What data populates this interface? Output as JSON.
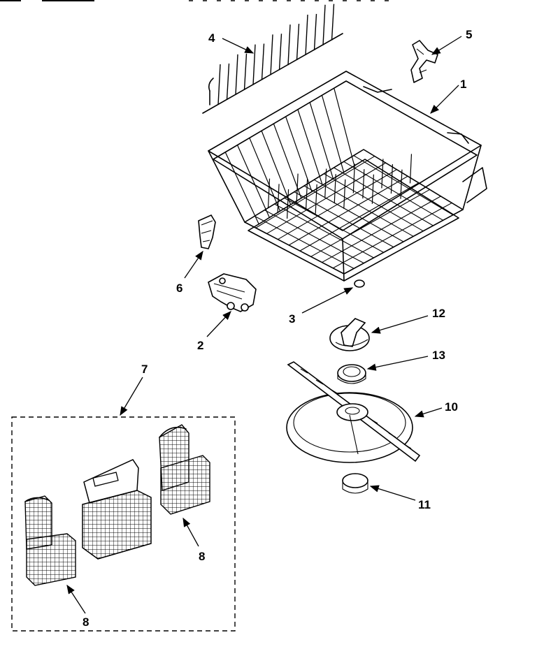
{
  "callouts": [
    {
      "id": "c1",
      "label": "1"
    },
    {
      "id": "c2",
      "label": "2"
    },
    {
      "id": "c3",
      "label": "3"
    },
    {
      "id": "c4",
      "label": "4"
    },
    {
      "id": "c5",
      "label": "5"
    },
    {
      "id": "c6",
      "label": "6"
    },
    {
      "id": "c7",
      "label": "7"
    },
    {
      "id": "c8a",
      "label": "8"
    },
    {
      "id": "c8b",
      "label": "8"
    },
    {
      "id": "c10",
      "label": "10"
    },
    {
      "id": "c11",
      "label": "11"
    },
    {
      "id": "c12",
      "label": "12"
    },
    {
      "id": "c13",
      "label": "13"
    }
  ],
  "colors": {
    "ink": "#000000",
    "paper": "#ffffff"
  },
  "icons": [
    "lower-dishrack",
    "roller-assembly",
    "roller-clip",
    "tine-row",
    "stud",
    "rack-bumper",
    "silverware-basket-set",
    "silverware-basket-end",
    "silverware-basket-center",
    "spray-arm",
    "spray-arm-support",
    "hub",
    "seal",
    "nut"
  ]
}
